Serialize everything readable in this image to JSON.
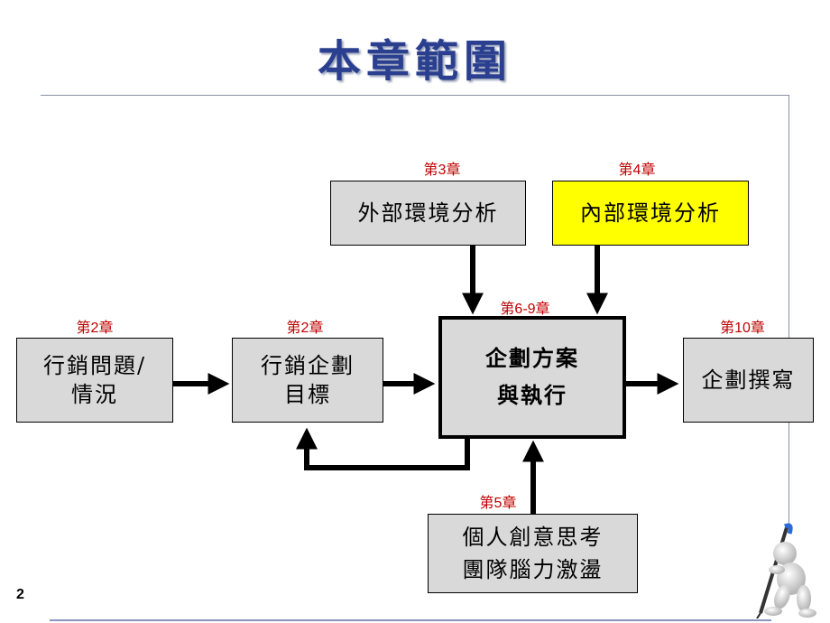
{
  "title": "本章範圍",
  "page_number": "2",
  "boxes": {
    "marketing_problem": "行銷問題/\n情況",
    "marketing_goal": "行銷企劃\n目標",
    "external_analysis": "外部環境分析",
    "internal_analysis": "內部環境分析",
    "plan_execution": "企劃方案\n與執行",
    "plan_writing": "企劃撰寫",
    "creativity": "個人創意思考\n團隊腦力激盪"
  },
  "chapters": {
    "marketing_problem": "第2章",
    "marketing_goal": "第2章",
    "external_analysis": "第3章",
    "internal_analysis": "第4章",
    "plan_execution": "第6-9章",
    "plan_writing": "第10章",
    "creativity": "第5章"
  },
  "colors": {
    "title": "#2a3f8f",
    "box_fill": "#d9d9d9",
    "highlight_fill": "#ffff00",
    "chapter_text": "#c00000"
  },
  "icons": {
    "figure": "person-with-pen"
  }
}
